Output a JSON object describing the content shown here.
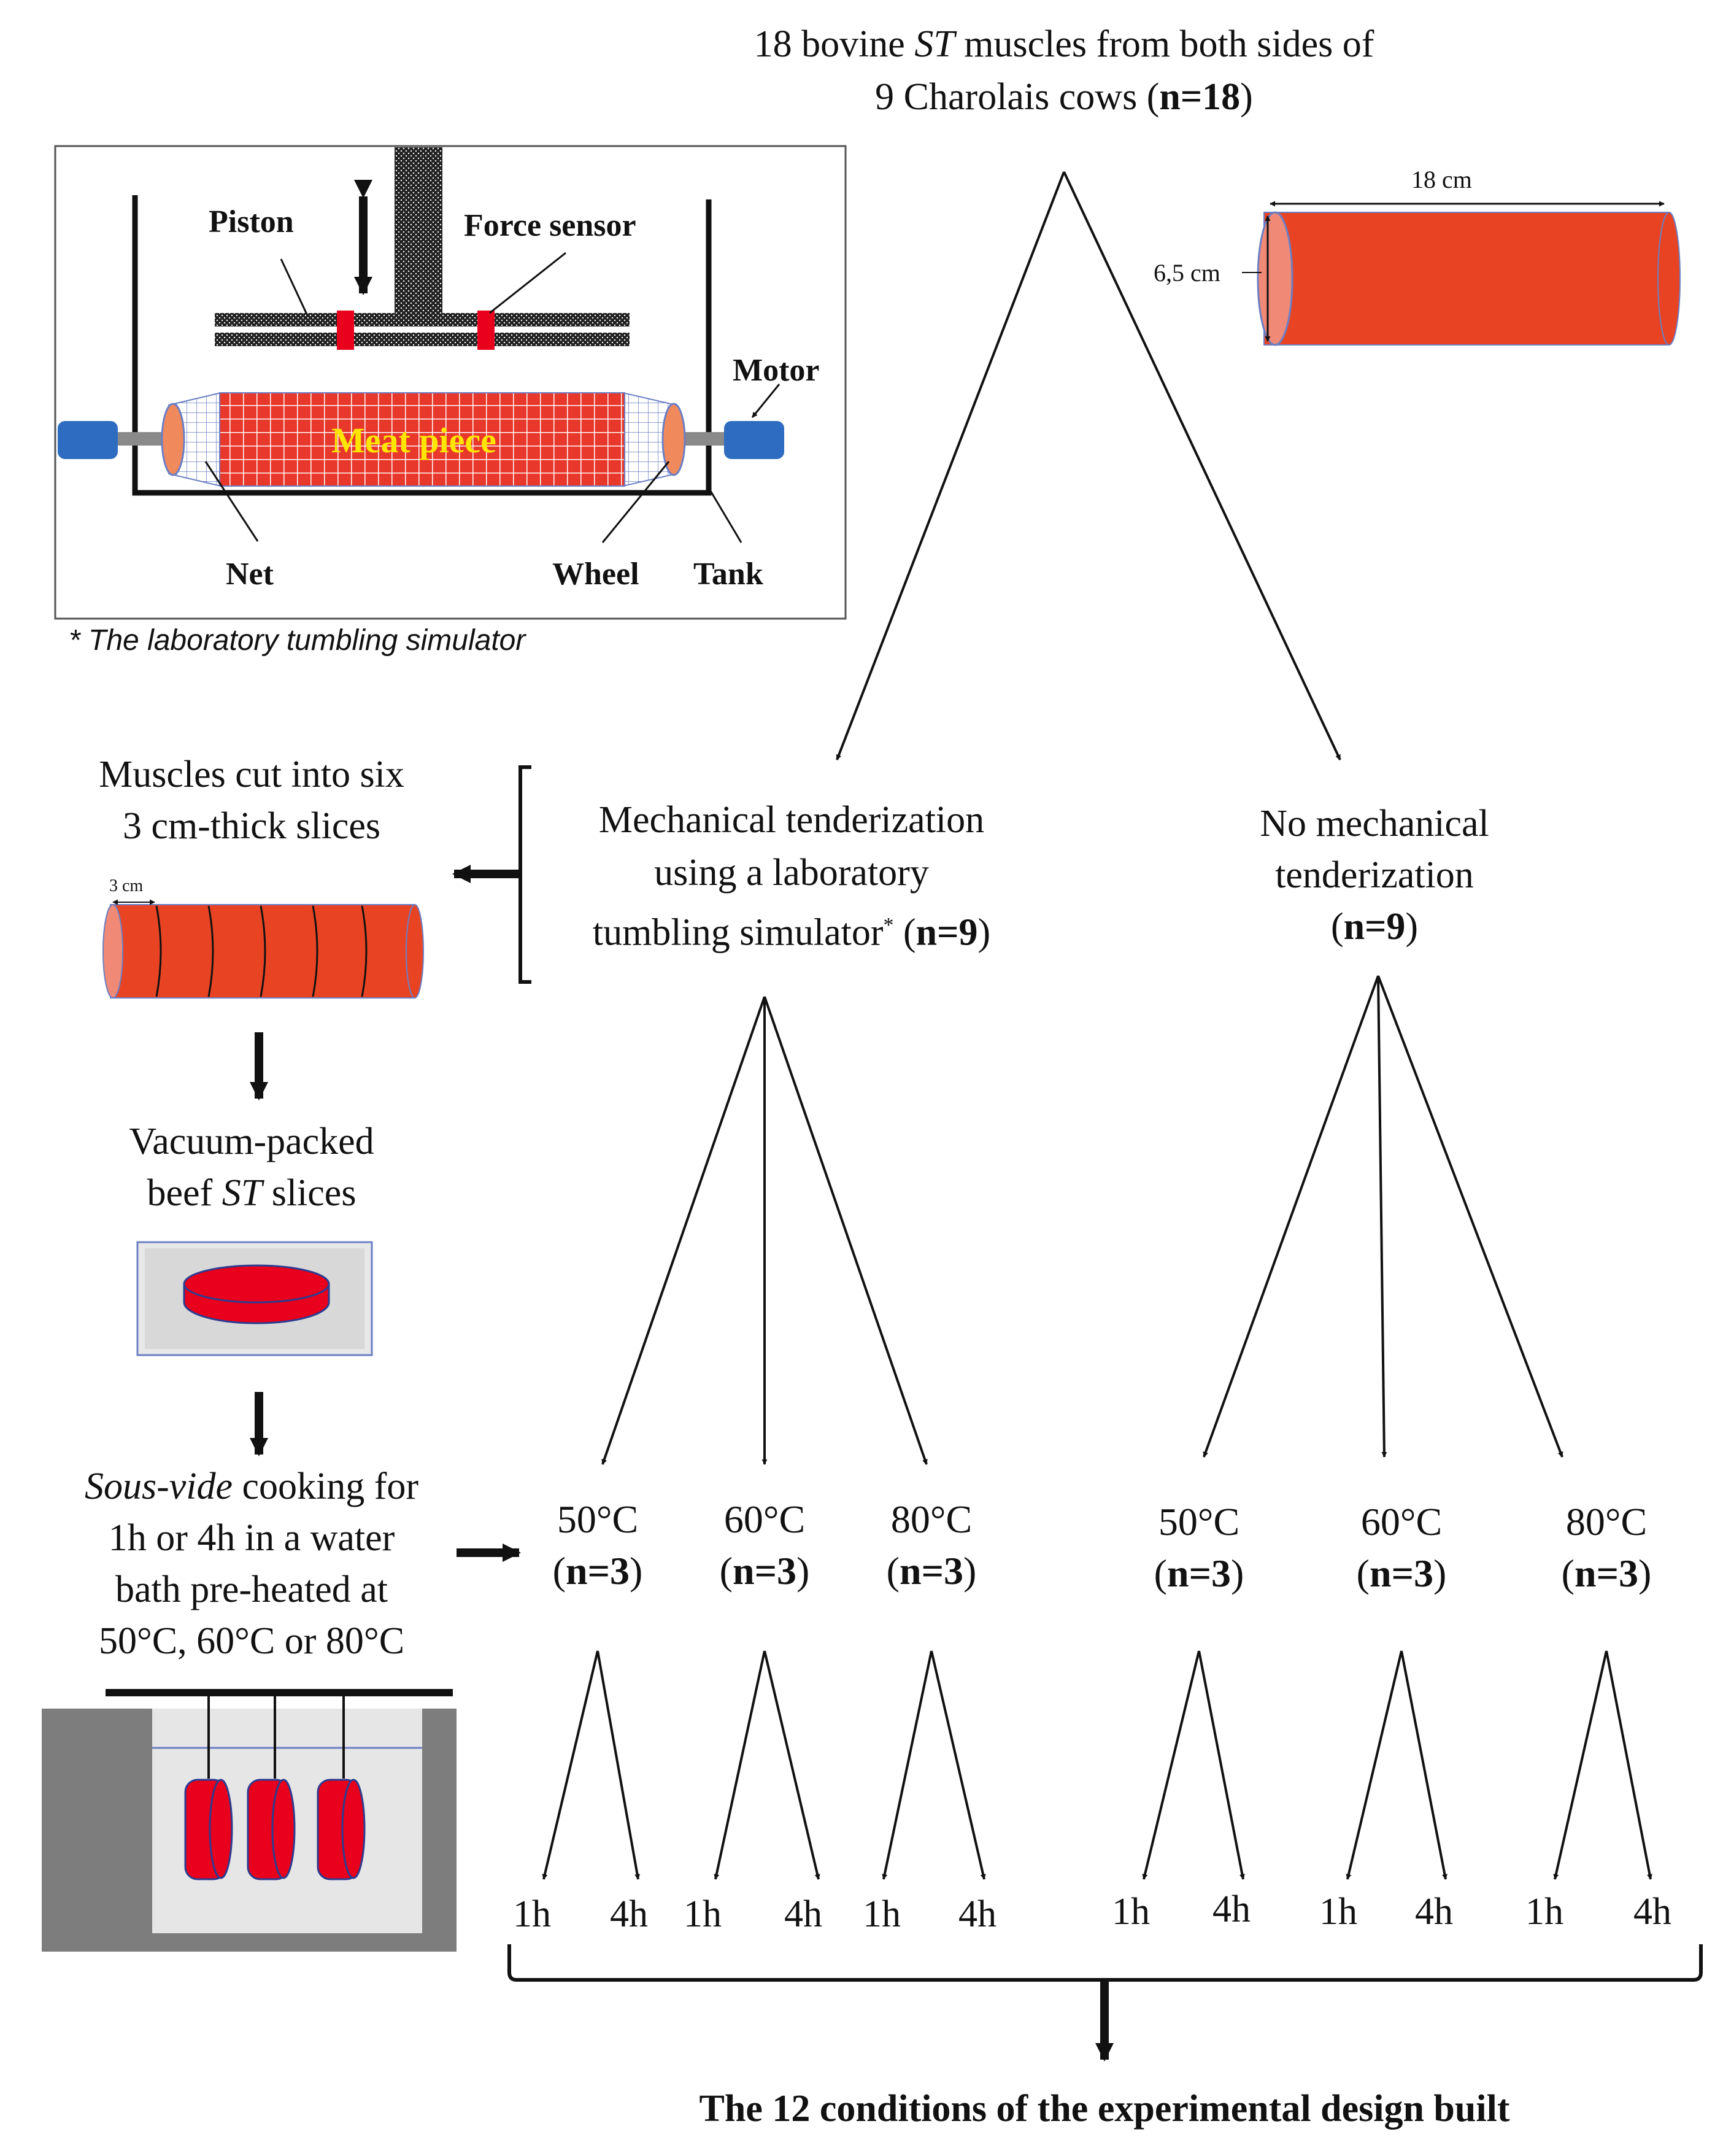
{
  "top": {
    "line1_pre": "18 bovine ",
    "line1_ital": "ST",
    "line1_post": " muscles from both sides of",
    "line2_pre": "9 Charolais cows (",
    "line2_bold": "n=18",
    "line2_post": ")"
  },
  "simulator": {
    "piston": "Piston",
    "force_sensor": "Force sensor",
    "motor": "Motor",
    "meat_piece": "Meat piece",
    "net": "Net",
    "wheel": "Wheel",
    "tank": "Tank",
    "caption": "* The laboratory tumbling simulator"
  },
  "cylinder": {
    "length": "18 cm",
    "diameter": "6,5 cm"
  },
  "slices": {
    "line1": "Muscles cut into six",
    "line2": "3 cm-thick slices",
    "dim": "3 cm"
  },
  "vacuum": {
    "line1": "Vacuum-packed",
    "line2_pre": "beef ",
    "line2_ital": "ST",
    "line2_post": " slices"
  },
  "sousvide": {
    "line1_ital": "Sous-vide",
    "line1_post": " cooking for",
    "line2": "1h or 4h in a water",
    "line3": "bath pre-heated at",
    "line4": "50°C, 60°C or 80°C"
  },
  "branch_mech": {
    "line1": "Mechanical tenderization",
    "line2": "using a laboratory",
    "line3_pre": "tumbling simulator",
    "line3_sup": "*",
    "line3_mid": " (",
    "line3_bold": "n=9",
    "line3_post": ")"
  },
  "branch_nomech": {
    "line1": "No mechanical",
    "line2": "tenderization",
    "line3_pre": "(",
    "line3_bold": "n=9",
    "line3_post": ")"
  },
  "temps": [
    {
      "t": "50°C",
      "n": "n=3"
    },
    {
      "t": "60°C",
      "n": "n=3"
    },
    {
      "t": "80°C",
      "n": "n=3"
    },
    {
      "t": "50°C",
      "n": "n=3"
    },
    {
      "t": "60°C",
      "n": "n=3"
    },
    {
      "t": "80°C",
      "n": "n=3"
    }
  ],
  "times": [
    "1h",
    "4h",
    "1h",
    "4h",
    "1h",
    "4h",
    "1h",
    "4h",
    "1h",
    "4h",
    "1h",
    "4h"
  ],
  "conclusion": "The 12 conditions of the experimental design built"
}
